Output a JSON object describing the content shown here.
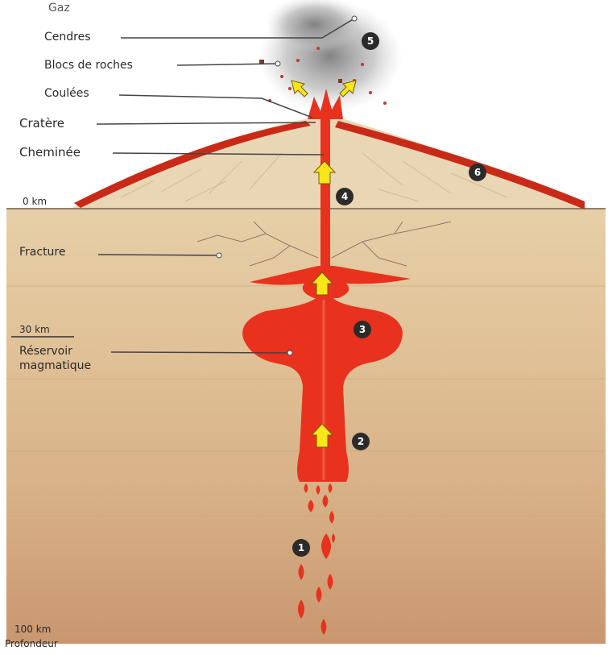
{
  "labels": {
    "gaz": "Gaz",
    "cendres": "Cendres",
    "blocs": "Blocs de roches",
    "coulees": "Coulées",
    "cratere": "Cratère",
    "cheminee": "Cheminée",
    "zero_km": "0 km",
    "fracture": "Fracture",
    "thirty_km": "30 km",
    "reservoir_line1": "Réservoir",
    "reservoir_line2": "magmatique",
    "hundred_km": "100 km",
    "profondeur": "Profondeur"
  },
  "steps": [
    "1",
    "2",
    "3",
    "4",
    "5",
    "6"
  ],
  "colors": {
    "magma": "#e8321e",
    "magma_dark": "#b81e10",
    "cone": "#e9d6b4",
    "crust_top": "#e6cfa8",
    "crust_bottom": "#c99670",
    "arrow": "#f7e61a",
    "badge": "#2b2b2b",
    "smoke": "#8f8f8f"
  }
}
